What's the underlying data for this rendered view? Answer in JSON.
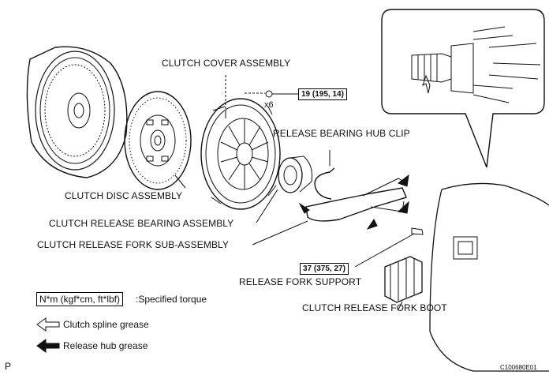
{
  "labels": {
    "clutch_cover_assembly": "CLUTCH COVER ASSEMBLY",
    "release_bearing_hub_clip": "RELEASE BEARING HUB CLIP",
    "clutch_disc_assembly": "CLUTCH DISC ASSEMBLY",
    "clutch_release_bearing_assembly": "CLUTCH RELEASE BEARING ASSEMBLY",
    "clutch_release_fork_sub_assembly": "CLUTCH RELEASE FORK SUB-ASSEMBLY",
    "release_fork_support": "RELEASE FORK SUPPORT",
    "clutch_release_fork_boot": "CLUTCH RELEASE FORK BOOT"
  },
  "torque": {
    "cover_bolts": "19 (195, 14)",
    "fork_support": "37 (375, 27)",
    "bolt_count": "x6"
  },
  "legend": {
    "torque_unit_box": "N*m (kgf*cm, ft*lbf)",
    "torque_desc": ":Specified torque",
    "spline_grease": "Clutch spline grease",
    "hub_grease": "Release hub grease"
  },
  "footer": {
    "page_letter": "P",
    "figure_code": "C100680E01"
  }
}
